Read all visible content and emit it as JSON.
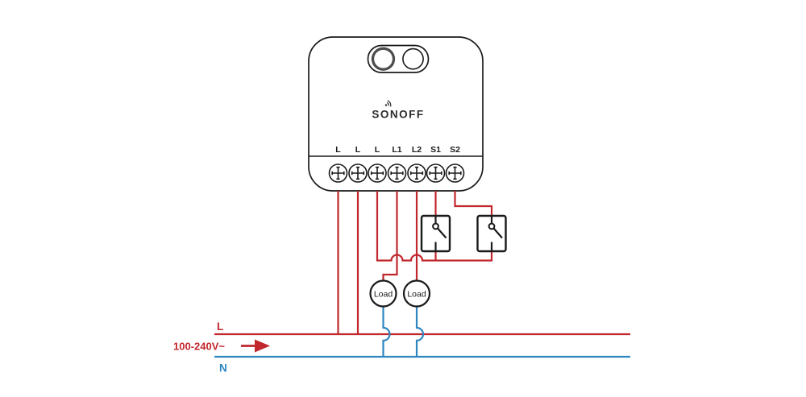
{
  "device": {
    "brand_logo": "SONOFF",
    "terminal_labels": [
      "L",
      "L",
      "L",
      "L1",
      "L2",
      "S1",
      "S2"
    ]
  },
  "wiring": {
    "load_labels": [
      "Load",
      "Load"
    ],
    "external_switch_count": 2
  },
  "mains": {
    "live_label": "L",
    "neutral_label": "N",
    "voltage_label": "100-240V~"
  },
  "colors": {
    "live_wire": "#c1272d",
    "neutral_wire": "#2e86c0",
    "outline": "#1a1a1a",
    "button_ring": "#4d4d4d"
  }
}
